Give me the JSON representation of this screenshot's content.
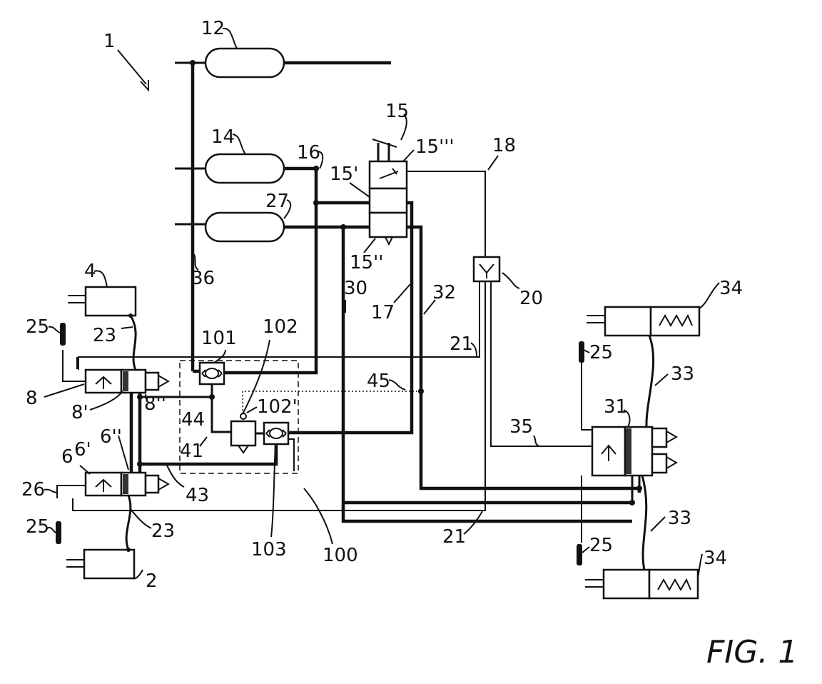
{
  "figure": {
    "caption": "FIG. 1"
  },
  "labels": {
    "l1": "1",
    "l2": "2",
    "l4": "4",
    "l6": "6",
    "l6p": "6'",
    "l6pp": "6''",
    "l8": "8",
    "l8p": "8'",
    "l8pp": "8''",
    "l12": "12",
    "l14": "14",
    "l15": "15",
    "l15p": "15'",
    "l15pp": "15''",
    "l15ppp": "15'''",
    "l16": "16",
    "l17": "17",
    "l18": "18",
    "l20": "20",
    "l21a": "21",
    "l21b": "21",
    "l23a": "23",
    "l23b": "23",
    "l25a": "25",
    "l25b": "25",
    "l25c": "25",
    "l25d": "25",
    "l26": "26",
    "l27": "27",
    "l30": "30",
    "l31": "31",
    "l32": "32",
    "l33a": "33",
    "l33b": "33",
    "l34a": "34",
    "l34b": "34",
    "l35": "35",
    "l36": "36",
    "l41": "41",
    "l43": "43",
    "l44": "44",
    "l45": "45",
    "l100": "100",
    "l101": "101",
    "l102": "102",
    "l102p": "102'",
    "l103": "103"
  }
}
